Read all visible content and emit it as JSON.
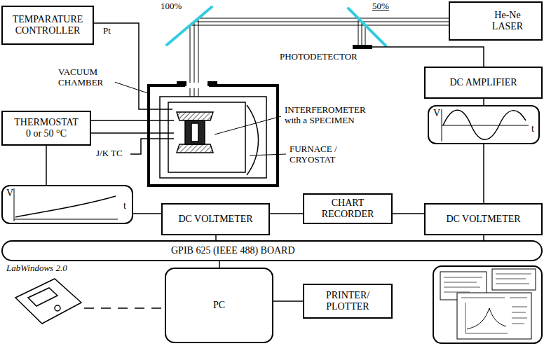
{
  "diagram": {
    "nodes": [
      {
        "text": [
          "TEMPARATURE CONTROLLER"
        ]
      },
      {
        "text": [
          "He-Ne LASER"
        ]
      },
      {
        "text": [
          "THERMOSTAT",
          "0 or 50 °C"
        ]
      },
      {
        "text": [
          "DC AMPLIFIER"
        ]
      },
      {
        "text": [
          "V",
          "t"
        ]
      },
      {
        "text": [
          "V",
          "t"
        ]
      },
      {
        "text": [
          "DC VOLTMETER"
        ]
      },
      {
        "text": [
          "CHART RECORDER"
        ]
      },
      {
        "text": [
          "DC VOLTMETER"
        ]
      },
      {
        "text": [
          "GPIB 625 (IEEE 488) BOARD"
        ]
      },
      {
        "text": [
          "PC"
        ]
      },
      {
        "text": [
          "PRINTER/ PLOTTER"
        ]
      }
    ],
    "edges": [
      {
        "from": 2,
        "to": 5,
        "arrow": "none"
      },
      {
        "from": 5,
        "to": 6,
        "arrow": "none"
      },
      {
        "from": 6,
        "to": 7,
        "arrow": "none"
      },
      {
        "from": 7,
        "to": 8,
        "arrow": "none"
      },
      {
        "from": 3,
        "to": 4,
        "arrow": "none"
      },
      {
        "from": 4,
        "to": 8,
        "arrow": "none"
      },
      {
        "from": 6,
        "to": 9,
        "arrow": "none"
      },
      {
        "from": 8,
        "to": 9,
        "arrow": "none"
      },
      {
        "from": 9,
        "to": 10,
        "arrow": "none"
      },
      {
        "from": 10,
        "to": 11,
        "arrow": "none"
      }
    ],
    "labels": [
      "100%",
      "50%",
      "Pt",
      "VACUUM CHAMBER",
      "PHOTODETECTOR",
      "INTERFEROMETER with a SPECIMEN",
      "FURNACE / CRYOSTAT",
      "J/K TC",
      "LabWindows 2.0"
    ]
  }
}
